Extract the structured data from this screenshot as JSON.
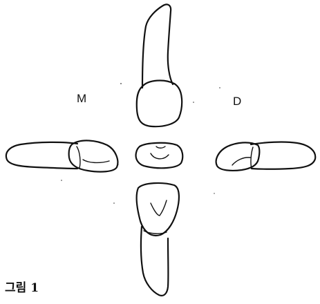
{
  "labels": {
    "mesial": "M",
    "distal": "D"
  },
  "caption": "그림 1"
}
